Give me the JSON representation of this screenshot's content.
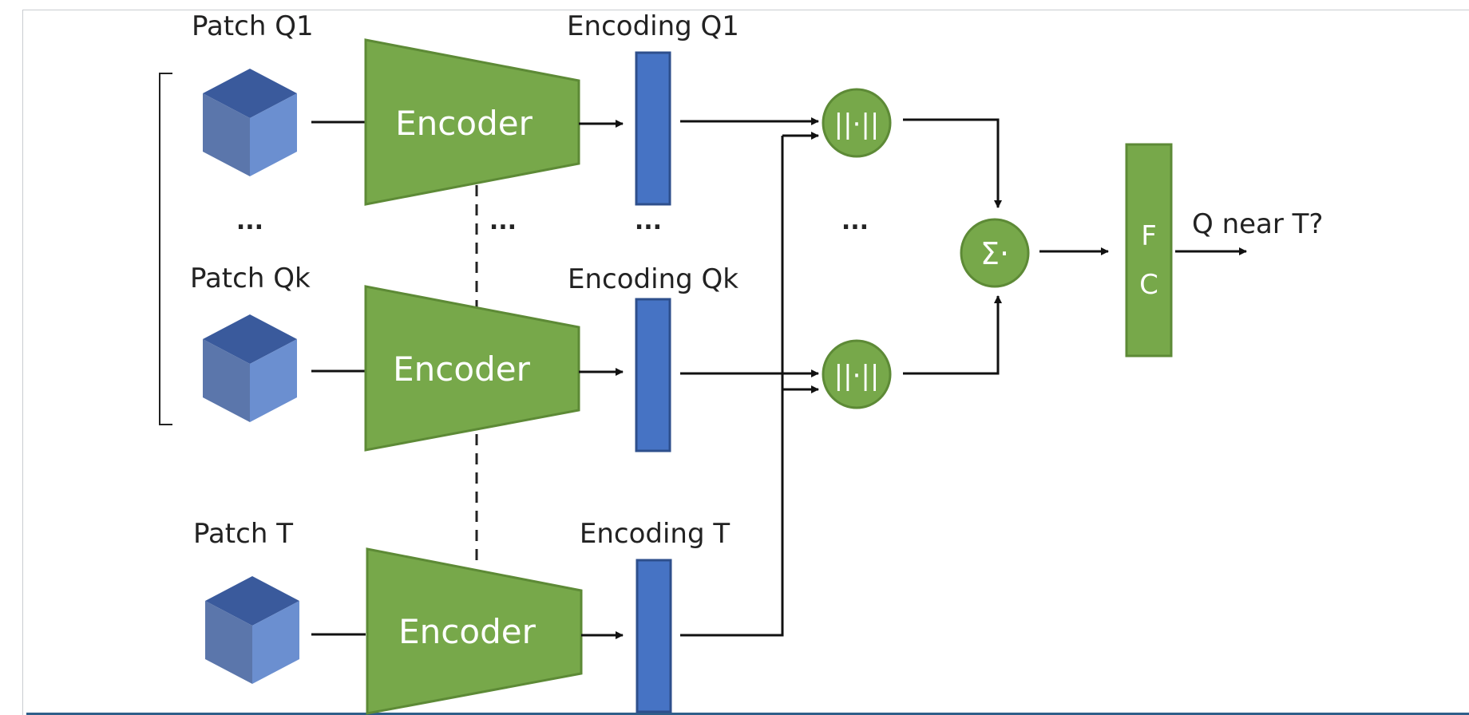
{
  "labels": {
    "patch_q1": "Patch Q1",
    "patch_qk": "Patch Qk",
    "patch_t": "Patch T",
    "encoding_q1": "Encoding Q1",
    "encoding_qk": "Encoding Qk",
    "encoding_t": "Encoding T",
    "output": "Q near T?"
  },
  "encoders": [
    "Encoder",
    "Encoder",
    "Encoder"
  ],
  "ellipsis": "...",
  "norm_operator": "||·||",
  "sum_operator": "Σ·",
  "fc": {
    "line1": "F",
    "line2": "C"
  },
  "colors": {
    "encoder_green": "#77a84a",
    "encoder_border": "#5d8a36",
    "encoding_blue": "#4673c4",
    "encoding_border": "#2e4f8c",
    "cube_top": "#3a5a9c",
    "cube_left": "#5b76ab",
    "cube_right": "#6b8fd0",
    "accent_bar": "#2f5f8a"
  },
  "icons": [
    "patch-cube-icon",
    "norm-operator-icon",
    "sum-operator-icon"
  ]
}
